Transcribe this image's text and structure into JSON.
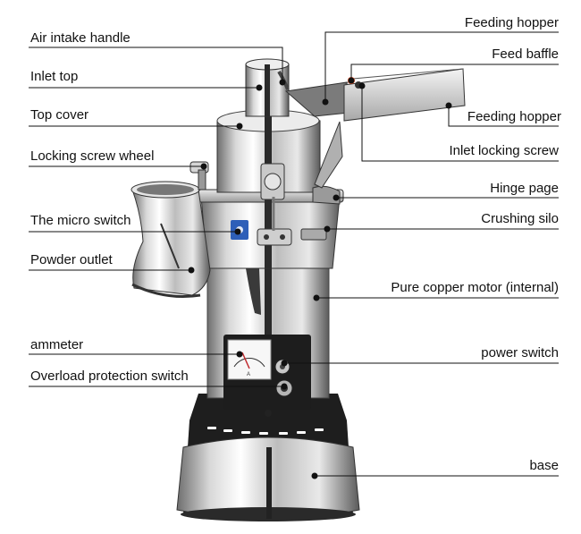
{
  "labels": {
    "feeding_hopper_top": "Feeding hopper",
    "air_intake_handle": "Air intake handle",
    "feed_baffle": "Feed baffle",
    "inlet_top": "Inlet top",
    "feeding_hopper": "Feeding hopper",
    "top_cover": "Top cover",
    "inlet_locking_screw": "Inlet locking screw",
    "locking_screw_wheel": "Locking screw wheel",
    "hinge_page": "Hinge page",
    "micro_switch": "The micro switch",
    "crushing_silo": "Crushing silo",
    "powder_outlet": "Powder outlet",
    "pure_copper_motor": "Pure copper motor (internal)",
    "ammeter": "ammeter",
    "power_switch": "power switch",
    "overload_protection_switch": "Overload protection switch",
    "base": "base"
  },
  "colors": {
    "steel_light": "#f2f2f2",
    "steel_mid": "#b9b9b9",
    "steel_dark": "#5a5a5a",
    "leader_line": "#111111",
    "accent_orange": "#e8552b",
    "switch_blue": "#2e5fb8"
  }
}
